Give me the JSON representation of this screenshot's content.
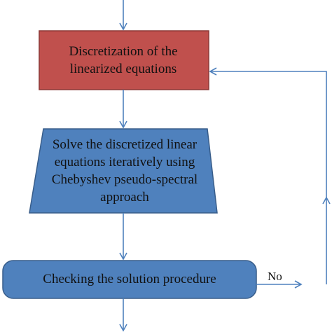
{
  "diagram": {
    "type": "flowchart",
    "nodes": [
      {
        "id": "discretization",
        "shape": "rectangle",
        "fill": "#C0504D",
        "label": "Discretization of the\nlinearized equations"
      },
      {
        "id": "solve",
        "shape": "trapezoid",
        "fill": "#4F81BD",
        "label": "Solve the discretized linear\nequations iteratively using\nChebyshev pseudo-spectral\napproach"
      },
      {
        "id": "check",
        "shape": "rounded-rectangle",
        "fill": "#4F81BD",
        "label": "Checking the solution procedure"
      }
    ],
    "edges": [
      {
        "from": "top-entry",
        "to": "discretization",
        "label": ""
      },
      {
        "from": "discretization",
        "to": "solve",
        "label": ""
      },
      {
        "from": "solve",
        "to": "check",
        "label": ""
      },
      {
        "from": "check",
        "to": "discretization",
        "label": "No"
      },
      {
        "from": "check",
        "to": "bottom-exit",
        "label": ""
      }
    ],
    "edge_labels": {
      "no": "No"
    },
    "colors": {
      "arrow": "#4F81BD",
      "red_box": "#C0504D",
      "blue_box": "#4F81BD"
    }
  }
}
